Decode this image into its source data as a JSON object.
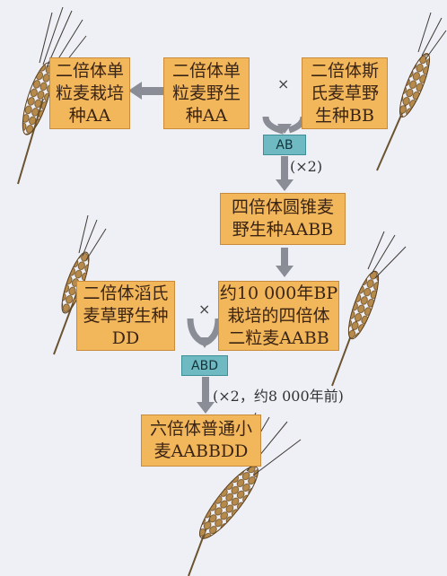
{
  "boxes": {
    "einkorn_cultivated": "二倍体单\n粒麦栽培\n种AA",
    "einkorn_wild": "二倍体单\n粒麦野生\n种AA",
    "speltoides_wild": "二倍体斯\n氏麦草野\n生种BB",
    "emmer_wild": "四倍体圆锥麦\n野生种AABB",
    "tauschii_wild": "二倍体滔氏\n麦草野生种\nDD",
    "emmer_cultivated": "约10 000年BP\n栽培的四倍体\n二粒麦AABB",
    "common_wheat": "六倍体普通小\n麦AABBDD"
  },
  "tags": {
    "ab": "AB",
    "abd": "ABD"
  },
  "notes": {
    "doubling_1": "(×2)",
    "doubling_2": "(×2，约8 000年前)",
    "cross_1": "×",
    "cross_2": "×"
  },
  "colors": {
    "box_fill": "#f2b65b",
    "box_border": "#c98a3a",
    "tag_fill": "#6fb9c3",
    "arrow": "#8a8d95"
  }
}
